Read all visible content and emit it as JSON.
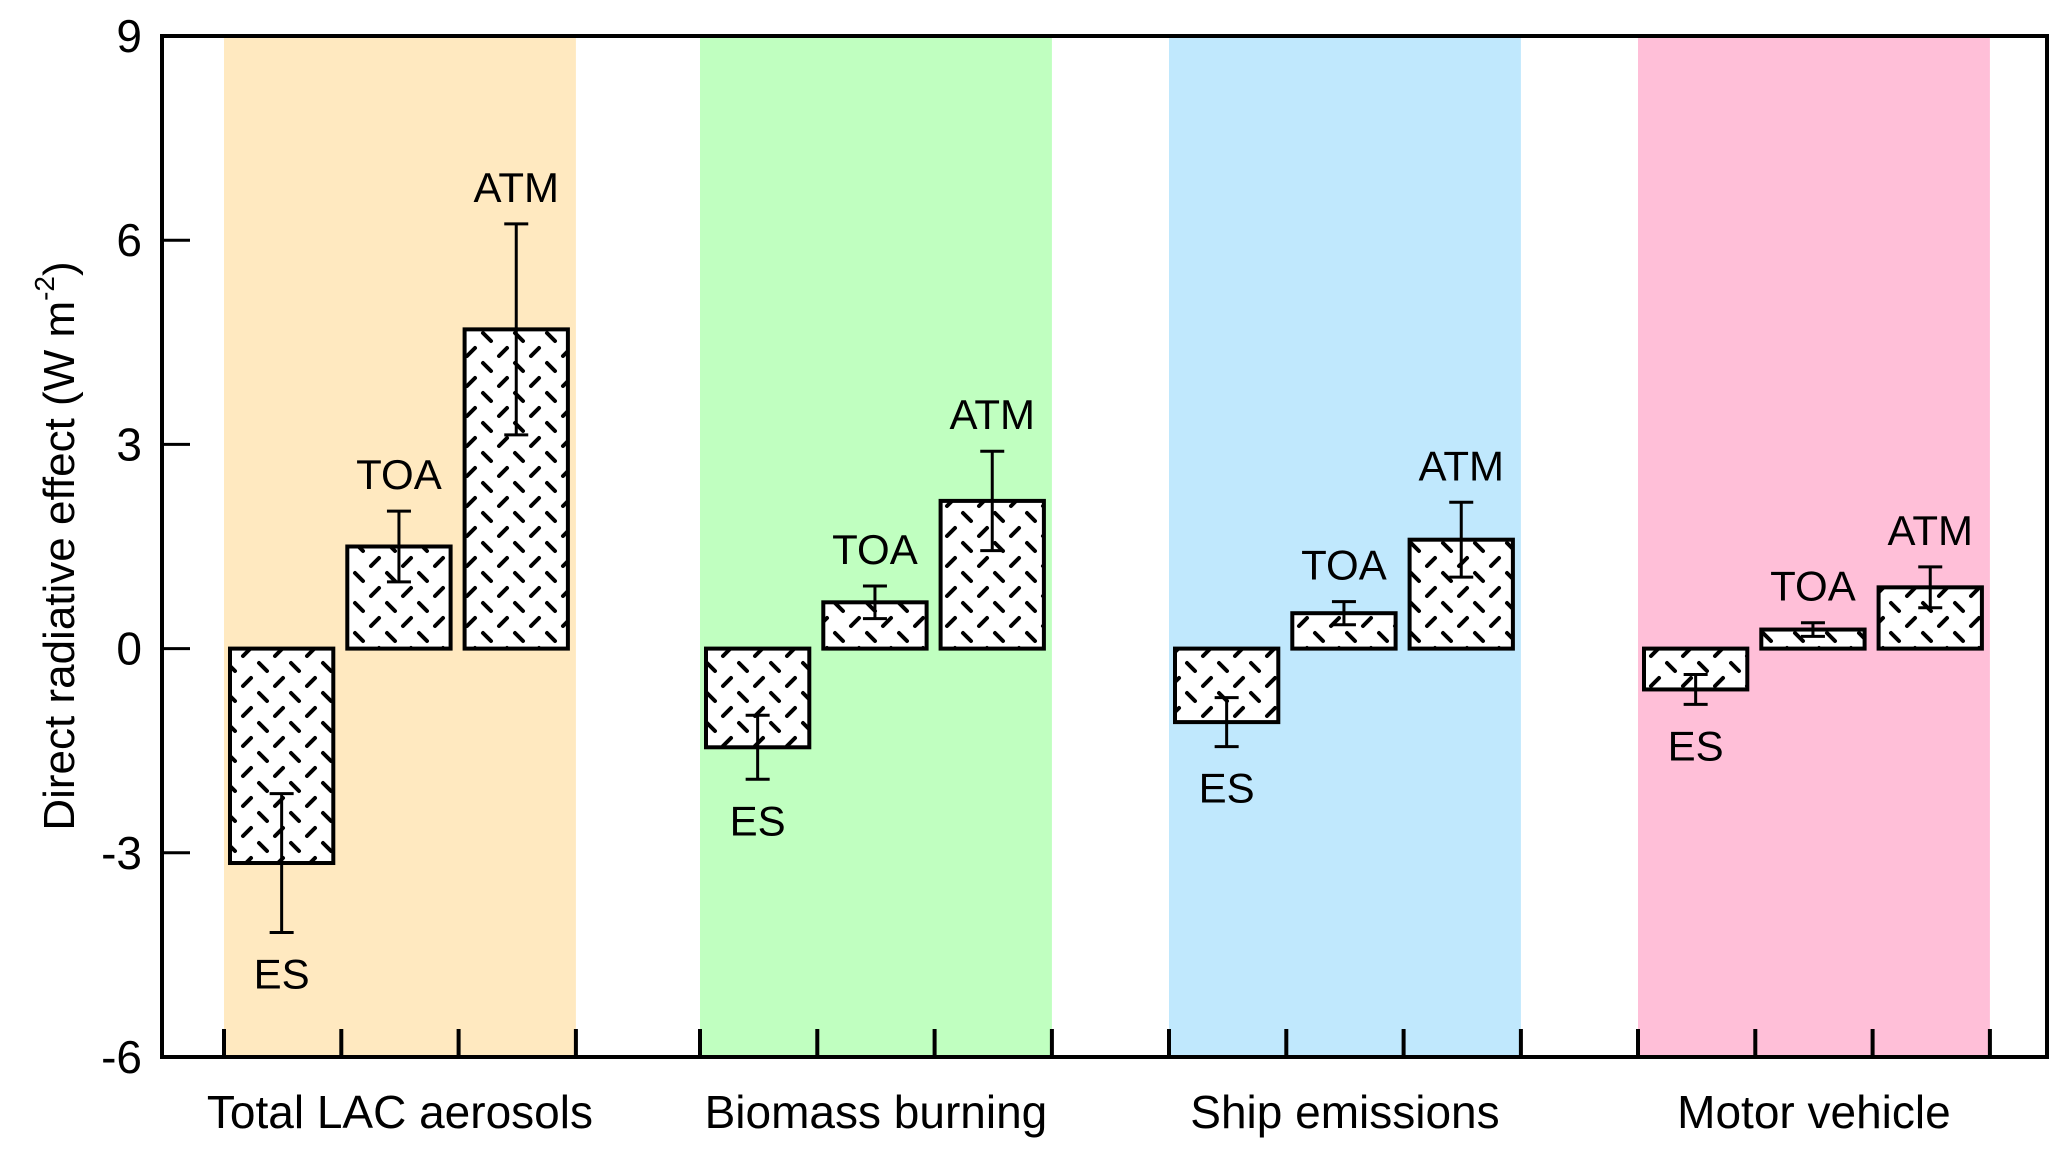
{
  "chart_data": {
    "type": "bar",
    "title": "",
    "xlabel": "",
    "ylabel": "Direct radiative effect (W m",
    "ylabel_superscript": "-2",
    "ylabel_suffix": ")",
    "ylim": [
      -6,
      9
    ],
    "yticks": [
      -6,
      -3,
      0,
      3,
      6,
      9
    ],
    "ytick_labels": [
      "-6",
      "-3",
      "0",
      "3",
      "6",
      "9"
    ],
    "grid": false,
    "legend": "none",
    "categories": [
      "Total LAC aerosols",
      "Biomass burning",
      "Ship emissions",
      "Motor vehicle"
    ],
    "category_colors": [
      "#FFE9C0",
      "#C0FFC0",
      "#C0E8FD",
      "#FFBFD8"
    ],
    "series": [
      {
        "name": "ES",
        "values": [
          -3.15,
          -1.45,
          -1.08,
          -0.6
        ],
        "errors": [
          1.02,
          0.47,
          0.36,
          0.22
        ]
      },
      {
        "name": "TOA",
        "values": [
          1.5,
          0.68,
          0.52,
          0.28
        ],
        "errors": [
          0.52,
          0.24,
          0.17,
          0.1
        ]
      },
      {
        "name": "ATM",
        "values": [
          4.69,
          2.17,
          1.6,
          0.9
        ],
        "errors": [
          1.55,
          0.73,
          0.55,
          0.3
        ]
      }
    ],
    "bar_fill": "hatched",
    "bar_labels_shown": true
  }
}
